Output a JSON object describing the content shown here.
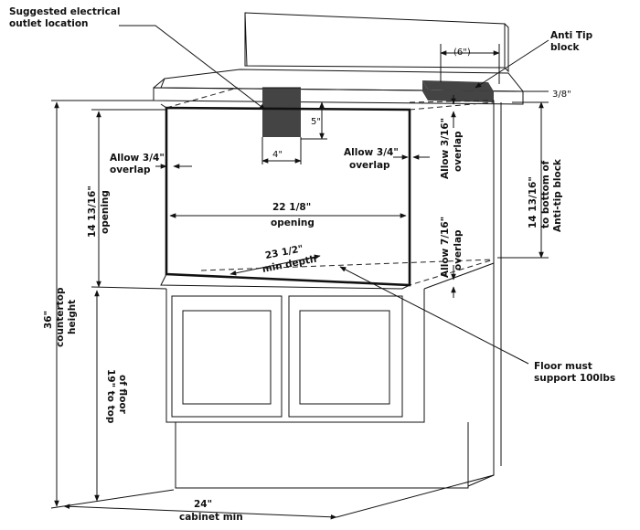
{
  "callouts": {
    "outlet_line1": "Suggested electrical",
    "outlet_line2": "outlet location",
    "antitip_line1": "Anti Tip",
    "antitip_line2": "block",
    "floor_line1": "Floor must",
    "floor_line2": "support 100lbs"
  },
  "dimensions": {
    "antitip_width": "(6\")",
    "antitip_depth": "3/8\"",
    "outlet_height": "5\"",
    "outlet_width": "4\"",
    "overlap_left_1": "Allow 3/4\"",
    "overlap_left_2": "overlap",
    "overlap_right_1": "Allow 3/4\"",
    "overlap_right_2": "overlap",
    "overlap_top_1": "Allow 3/16\"",
    "overlap_top_2": "overlap",
    "overlap_bottom_1": "Allow 7/16\"",
    "overlap_bottom_2": "overlap",
    "opening_height_1": "14 13/16\"",
    "opening_height_2": "opening",
    "opening_width_1": "22 1/8\"",
    "opening_width_2": "opening",
    "min_depth_1": "23 1/2\"",
    "min_depth_2": "min depth",
    "antitip_height_1": "14 13/16\"",
    "antitip_height_2": "to bottom of",
    "antitip_height_3": "Anti-tip block",
    "countertop_height_1": "36\"",
    "countertop_height_2": "countertop",
    "countertop_height_3": "height",
    "floor_height_1": "19\" to top",
    "floor_height_2": "of floor",
    "cabinet_width_1": "24\"",
    "cabinet_width_2": "cabinet min"
  }
}
